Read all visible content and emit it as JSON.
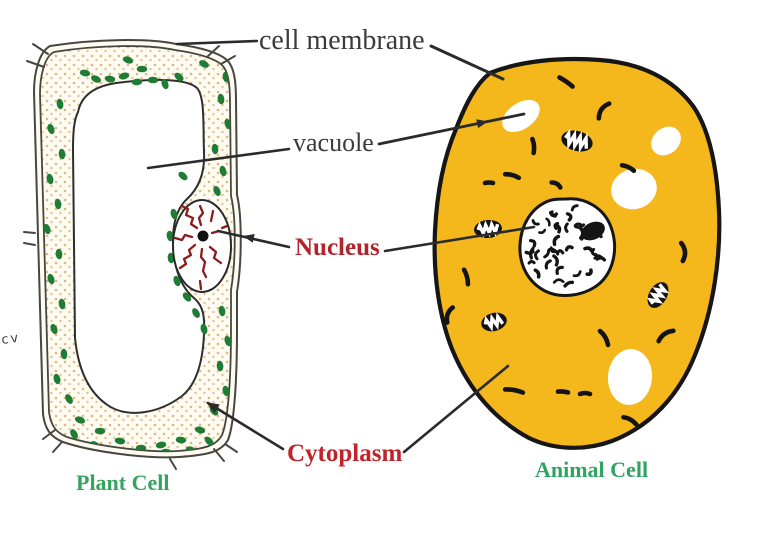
{
  "diagram": {
    "labels": {
      "cell_membrane": {
        "text": "cell membrane",
        "color": "#3b3b3b"
      },
      "vacuole": {
        "text": "vacuole",
        "color": "#3b3b3b"
      },
      "nucleus": {
        "text": "Nucleus",
        "color": "#b3232c"
      },
      "cytoplasm": {
        "text": "Cytoplasm",
        "color": "#c0242b"
      },
      "plant_cell": {
        "text": "Plant Cell",
        "color": "#34a45f"
      },
      "animal_cell": {
        "text": "Animal Cell",
        "color": "#2ea45f"
      }
    },
    "edge_artifact": "cv",
    "colors": {
      "animal_cytoplasm_fill": "#f4b71c",
      "plant_band_fill": "#fefcf2",
      "chloroplast_green": "#1f7c35",
      "stipple_tan": "#ddb77f",
      "nucleus_marks_red": "#8b1c1c",
      "outline_dark": "#161616",
      "wall_gray": "#474740",
      "pointer_line": "#2b2b2b"
    }
  }
}
